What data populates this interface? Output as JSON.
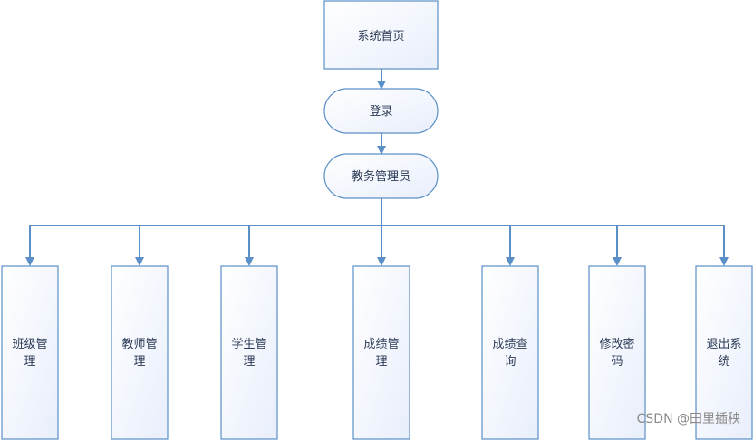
{
  "diagram": {
    "root": {
      "label": "系统首页"
    },
    "login": {
      "label": "登录"
    },
    "admin": {
      "label": "教务管理员"
    },
    "modules": [
      {
        "lines": [
          "班级管",
          "理"
        ]
      },
      {
        "lines": [
          "教师管",
          "理"
        ]
      },
      {
        "lines": [
          "学生管",
          "理"
        ]
      },
      {
        "lines": [
          "成绩管",
          "理"
        ]
      },
      {
        "lines": [
          "成绩查",
          "询"
        ]
      },
      {
        "lines": [
          "修改密",
          "码"
        ]
      },
      {
        "lines": [
          "退出系",
          "统"
        ]
      }
    ]
  },
  "watermark": "CSDN @田里插秧",
  "colors": {
    "stroke": "#5b8fc7",
    "fill_top": "#ffffff",
    "fill_bottom": "#e8eefb",
    "text": "#2b3a55"
  }
}
